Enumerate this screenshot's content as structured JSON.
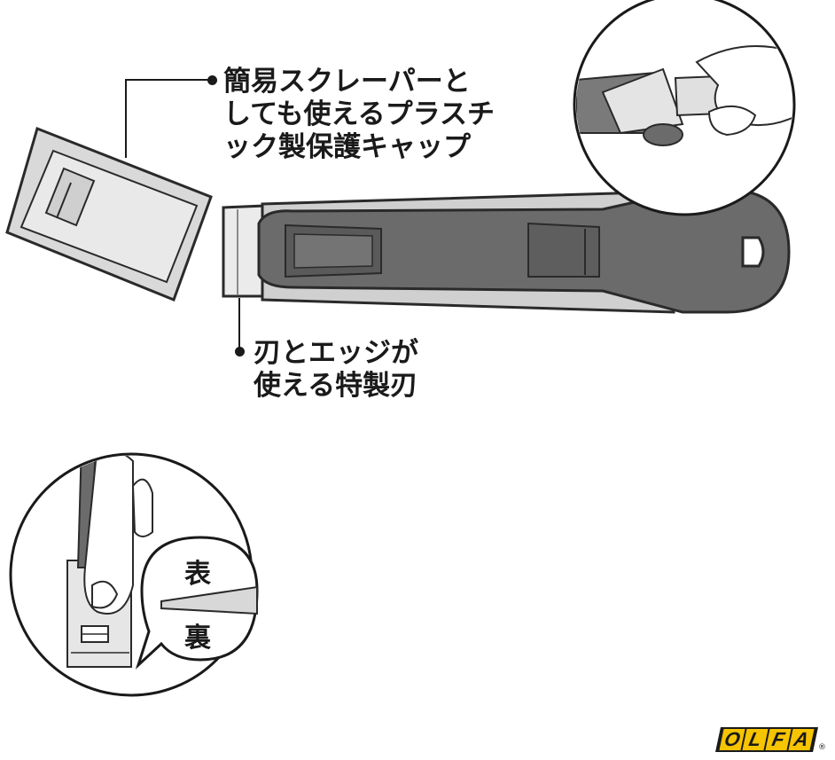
{
  "callouts": {
    "cap": {
      "lines": [
        "簡易スクレーパーと",
        "しても使えるプラスチ",
        "ック製保護キャップ"
      ]
    },
    "blade": {
      "lines": [
        "刃とエッジが",
        "使える特製刃"
      ]
    }
  },
  "detail": {
    "front_label": "表",
    "back_label": "裏"
  },
  "brand": {
    "letters": [
      "O",
      "L",
      "F",
      "A"
    ],
    "registered_mark": "®",
    "colors": {
      "yellow": "#f6c400",
      "black": "#1a1a1a"
    }
  },
  "colors": {
    "handle_dark": "#6b6b6b",
    "handle_light": "#c8c8c8",
    "blade": "#e6e6e6",
    "outline": "#2a2a2a"
  }
}
